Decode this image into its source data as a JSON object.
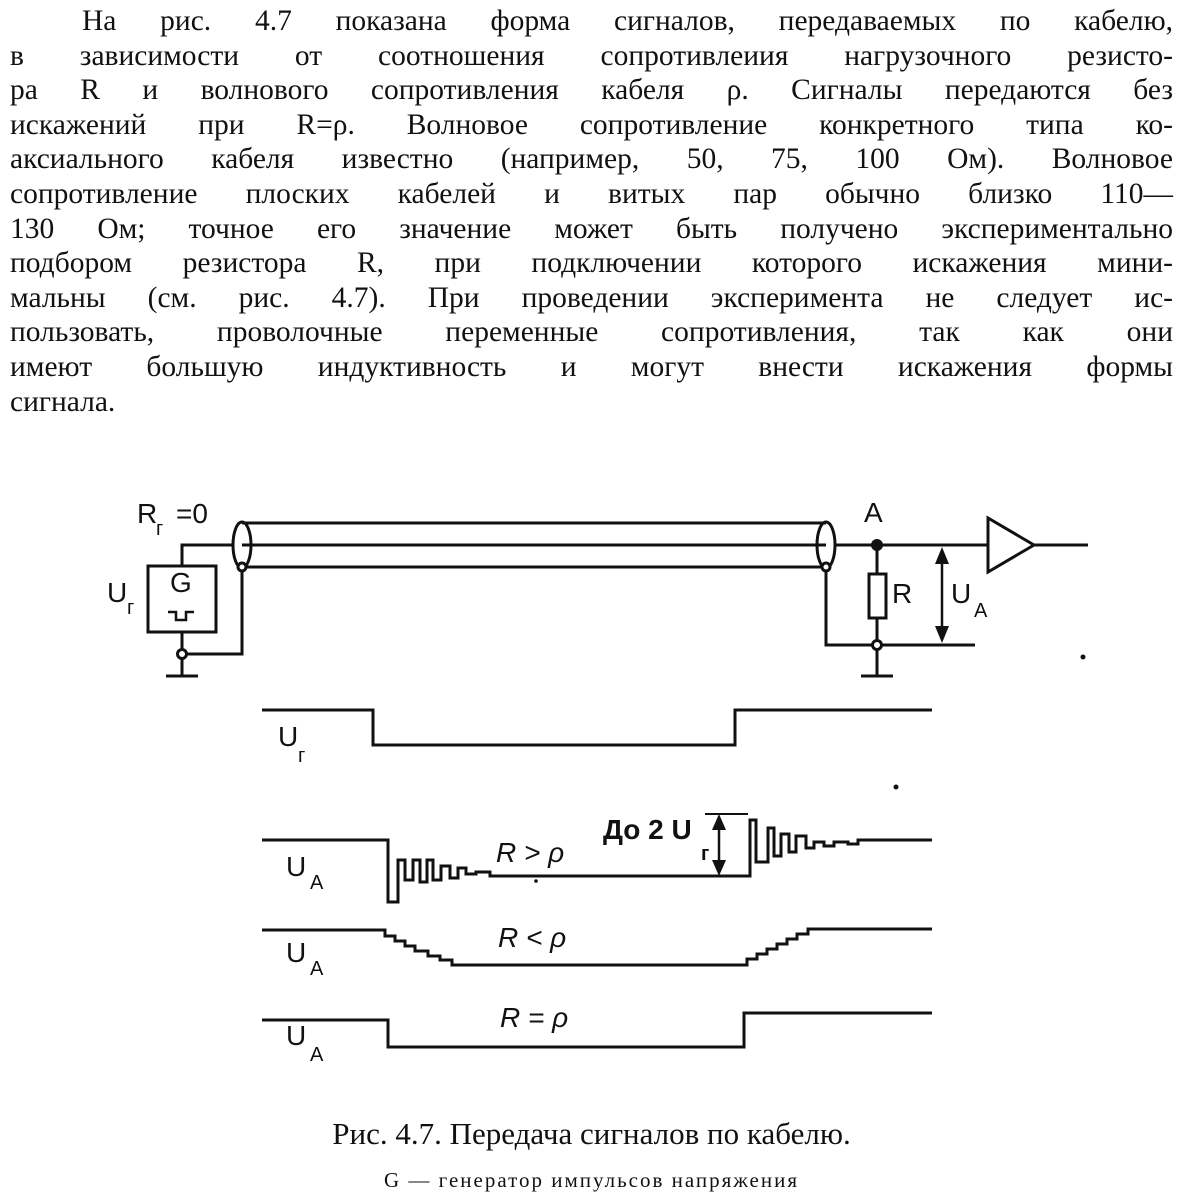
{
  "paragraph": {
    "lines": [
      "На рис. 4.7 показана форма сигналов, передаваемых по кабелю,",
      "в зависимости от соотношения сопротивлеиия нагрузочного резисто-",
      "ра R и волнового сопротивления кабеля ρ. Сигналы передаются без",
      "искажений при R=ρ. Волновое сопротивление конкретного типа ко-",
      "аксиального кабеля известно (например, 50, 75, 100 Ом). Волновое",
      "сопротивление плоских кабелей и витых пар обычно близко 110—",
      "130 Ом; точное его значение может быть получено экспериментально",
      "подбором резистора R, при подключении которого искажения мини-",
      "мальны (см. рис. 4.7). При проведении эксперимента не следует ис-",
      "пользовать, проволочные переменные сопротивления, так как они",
      "имеют большую индуктивность и могут внести искажения формы",
      "сигнала."
    ]
  },
  "figure": {
    "circuit": {
      "rg_label": "R",
      "rg_sub": "г",
      "rg_value": "=0",
      "generator_label": "G",
      "ug_label": "U",
      "ug_sub": "г",
      "node_label": "A",
      "resistor_label": "R",
      "ua_label": "U",
      "ua_sub": "A"
    },
    "waveforms": {
      "ug": {
        "label": "U",
        "sub": "г"
      },
      "ua1": {
        "label": "U",
        "sub": "A",
        "condition": "R > ρ",
        "note": "До 2 U",
        "note_sub": "г"
      },
      "ua2": {
        "label": "U",
        "sub": "A",
        "condition": "R < ρ"
      },
      "ua3": {
        "label": "U",
        "sub": "A",
        "condition": "R = ρ"
      }
    }
  },
  "caption": {
    "title": "Рис. 4.7. Передача сигналов по кабелю.",
    "subtitle": "G — генератор импульсов напряжения"
  }
}
